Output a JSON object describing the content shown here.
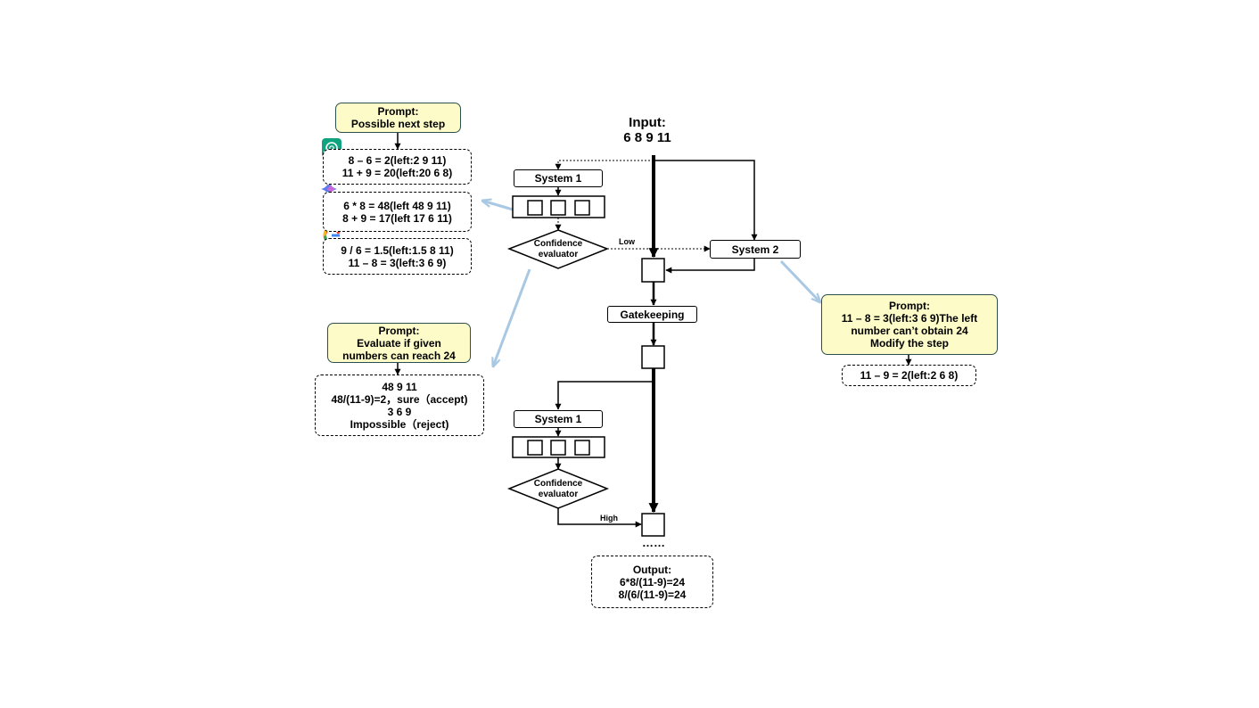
{
  "input": {
    "title": "Input:",
    "value": "6 8 9 11"
  },
  "system1_top": {
    "label": "System 1"
  },
  "system1_bottom": {
    "label": "System 1"
  },
  "system2": {
    "label": "System 2"
  },
  "gatekeeping": {
    "label": "Gatekeeping"
  },
  "confidence_top": {
    "line1": "Confidence",
    "line2": "evaluator"
  },
  "confidence_bottom": {
    "line1": "Confidence",
    "line2": "evaluator"
  },
  "edge_labels": {
    "low": "Low",
    "high": "High"
  },
  "prompt_next": {
    "line1": "Prompt:",
    "line2": "Possible next step"
  },
  "proposals": [
    {
      "icon": "chatgpt-icon",
      "line1": "8 – 6 = 2(left:2 9 11)",
      "line2": "11 + 9 = 20(left:20 6 8)"
    },
    {
      "icon": "gemini-icon",
      "line1": "6 * 8 = 48(left 48 9 11)",
      "line2": "8 + 9 = 17(left 17 6 11)"
    },
    {
      "icon": "google-icon",
      "line1": "9 / 6 = 1.5(left:1.5 8 11)",
      "line2": "11 – 8 = 3(left:3 6 9)"
    }
  ],
  "prompt_eval": {
    "line1": "Prompt:",
    "line2": "Evaluate if given",
    "line3": "numbers can reach 24"
  },
  "eval_result": {
    "line1": "48 9 11",
    "line2": "48/(11-9)=2，sure（accept)",
    "line3": "3 6 9",
    "line4": "Impossible（reject)"
  },
  "prompt_modify": {
    "line1": "Prompt:",
    "line2": "11 – 8 = 3(left:3 6 9)The left",
    "line3": "number can’t obtain 24",
    "line4": "Modify the step"
  },
  "modify_result": {
    "line1": "11 – 9 = 2(left:2 6 8)"
  },
  "ellipsis": "……",
  "output": {
    "line1": "Output:",
    "line2": "6*8/(11-9)=24",
    "line3": "8/(6/(11-9)=24"
  },
  "colors": {
    "prompt_fill": "#fdfbc8",
    "prompt_border": "#2f4f4f",
    "pointer_arrow": "#a9c8e4",
    "chatgpt": "#10a37f"
  }
}
